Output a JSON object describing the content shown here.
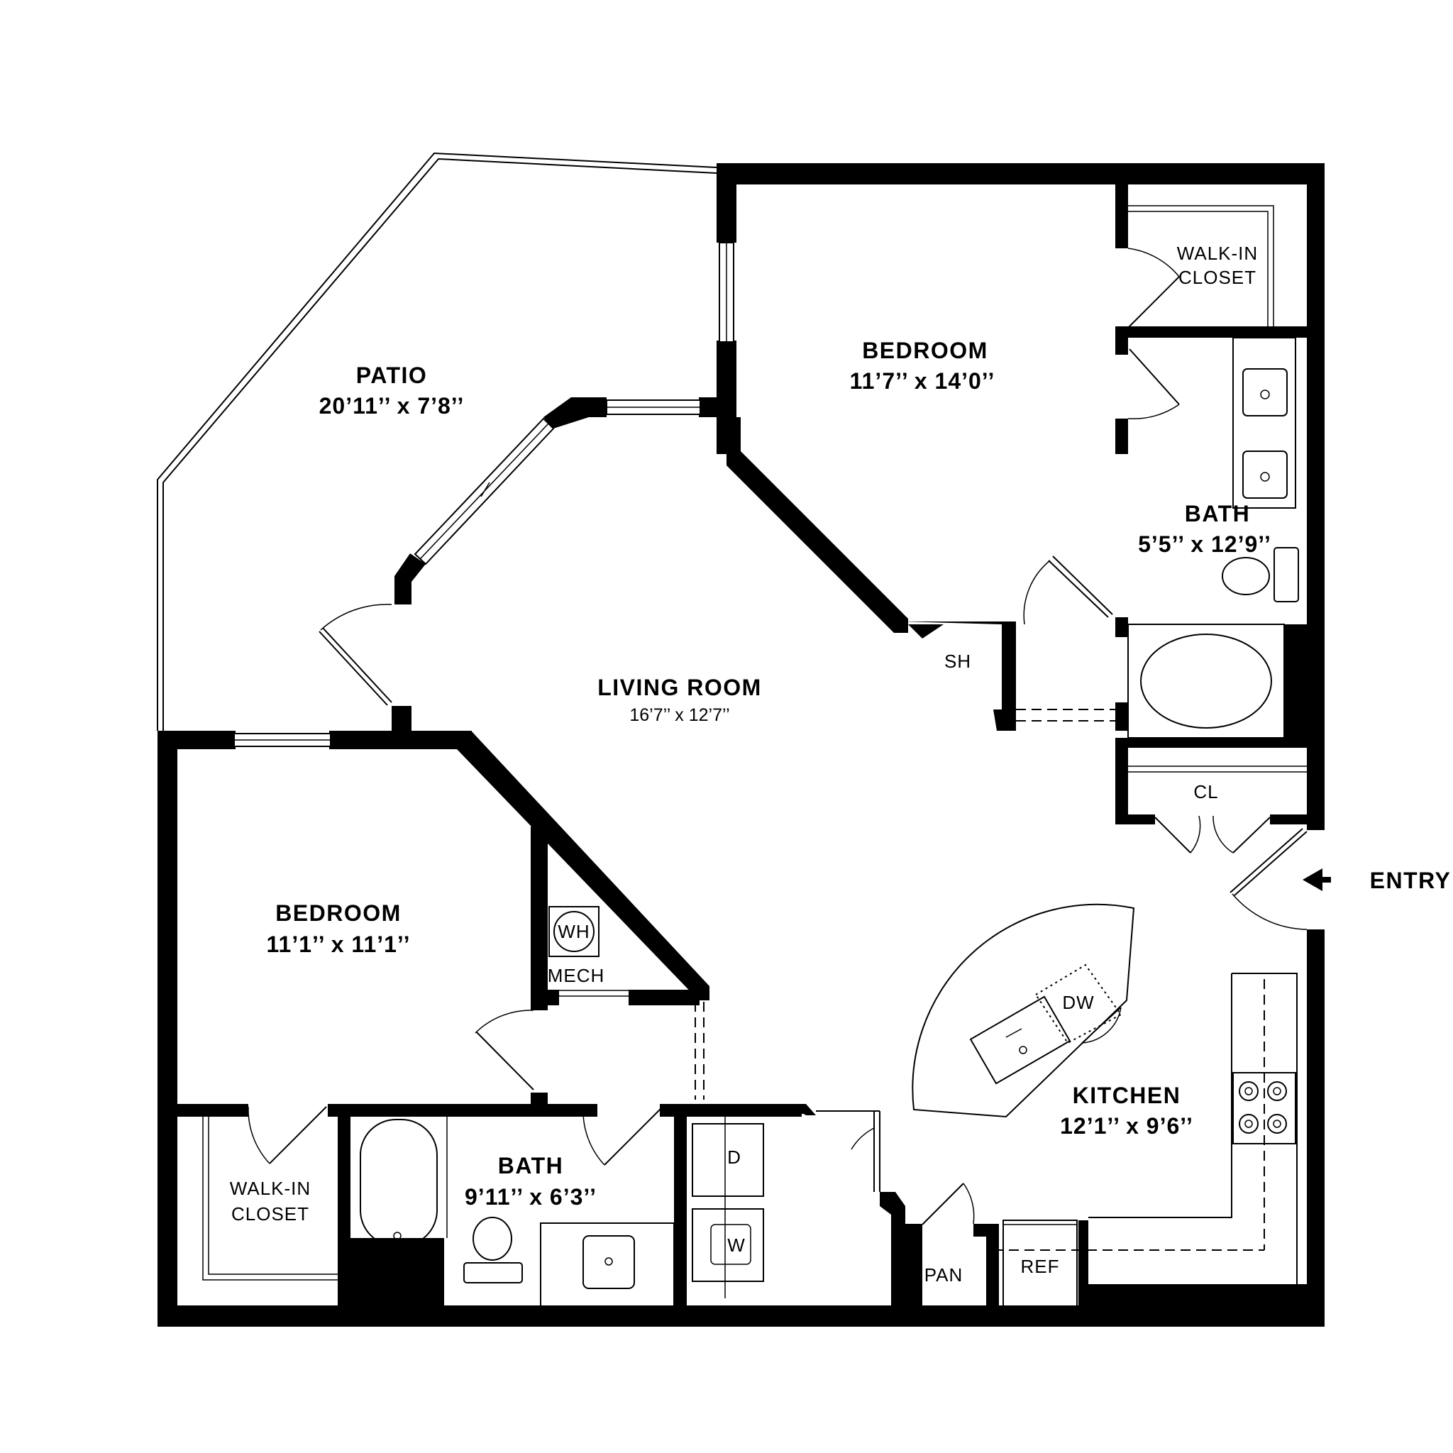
{
  "rooms": {
    "patio": {
      "name": "PATIO",
      "dims": "20’11’’ x 7’8’’"
    },
    "bedroom_master": {
      "name": "BEDROOM",
      "dims": "11’7’’ x 14’0’’"
    },
    "walkin_closet_master": {
      "line1": "WALK-IN",
      "line2": "CLOSET"
    },
    "bath_master": {
      "name": "BATH",
      "dims": "5’5’’ x 12’9’’"
    },
    "living_room": {
      "name": "LIVING ROOM",
      "dims": "16’7’’ x 12’7’’"
    },
    "shower": {
      "name": "SH"
    },
    "closet": {
      "name": "CL"
    },
    "bedroom_second": {
      "name": "BEDROOM",
      "dims": "11’1’’ x 11’1’’"
    },
    "mech": {
      "name": "MECH",
      "water_heater": "WH"
    },
    "walkin_closet_second": {
      "line1": "WALK-IN",
      "line2": "CLOSET"
    },
    "bath_second": {
      "name": "BATH",
      "dims": "9’11’’ x 6’3’’"
    },
    "kitchen": {
      "name": "KITCHEN",
      "dims": "12’1’’ x 9’6’’"
    },
    "dishwasher": {
      "name": "DW"
    },
    "dryer": {
      "name": "D"
    },
    "washer": {
      "name": "W"
    },
    "pantry": {
      "name": "PAN"
    },
    "refrigerator": {
      "name": "REF"
    }
  },
  "entry": {
    "label": "ENTRY",
    "arrow": "arrow-left-icon"
  }
}
